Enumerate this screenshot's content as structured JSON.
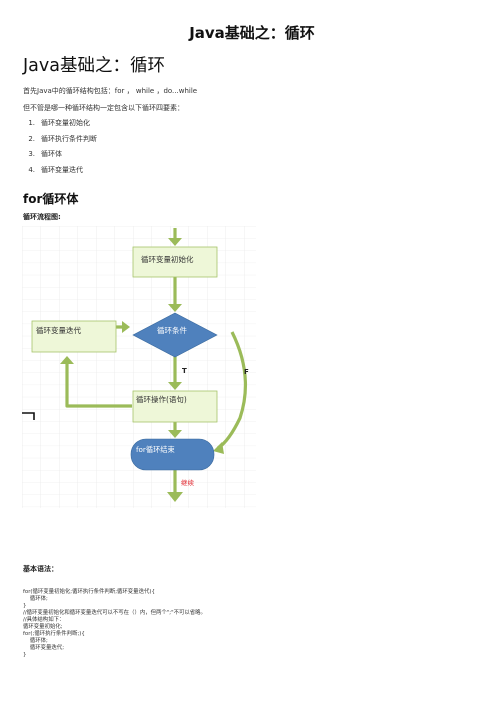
{
  "document": {
    "title": "Java基础之：循环",
    "heading": "Java基础之：循环",
    "intro": "首先Java中的循环结构包括：for ， while ，do...while",
    "intro2": "但不管是哪一种循环结构一定包含以下循环四要素：",
    "elements": [
      {
        "num": "1.",
        "text": "循环变量初始化"
      },
      {
        "num": "2.",
        "text": "循环执行条件判断"
      },
      {
        "num": "3.",
        "text": "循环体"
      },
      {
        "num": "4.",
        "text": "循环变量迭代"
      }
    ],
    "for_heading": "for循环体",
    "flow_label": "循环流程图:",
    "syntax_label": "基本语法：",
    "code_lines": [
      "for(循环变量初始化;循环执行条件判断;循环变量迭代){",
      "    循环体;",
      "}",
      "//循环变量初始化和循环变量迭代可以不写在（）内，但两个\";\"不可以省略。",
      "//具体结构如下：",
      "循环变量初始化;",
      "for(;循环执行条件判断;){",
      "    循环体;",
      "    循环变量迭代;",
      "}"
    ]
  },
  "flowchart": {
    "init": "循环变量初始化",
    "iter": "循环变量迭代",
    "cond": "循环条件",
    "body": "循环操作(语句)",
    "end": "for循环结束",
    "true_label": "T",
    "false_label": "F",
    "continue_label": "继续",
    "colors": {
      "box_fill": "#eef7d8",
      "box_stroke": "#a6c46a",
      "arrow": "#9bbb59",
      "shape_blue": "#4f81bd",
      "grid": "#e3e3e3",
      "red": "#e0222a"
    }
  }
}
